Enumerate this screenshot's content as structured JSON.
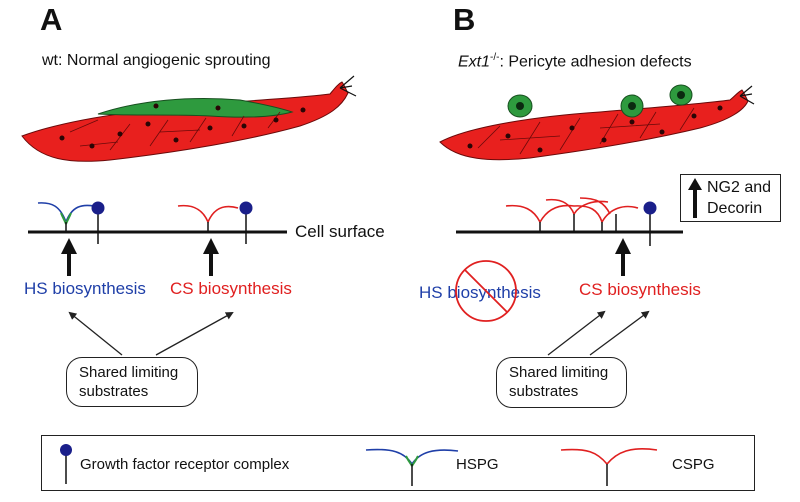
{
  "panel_a": {
    "letter": "A",
    "subtitle": "wt: Normal angiogenic sprouting",
    "hs_label": "HS biosynthesis",
    "cs_label": "CS biosynthesis",
    "substrate_line1": "Shared limiting",
    "substrate_line2": "substrates",
    "surface_label": "Cell surface"
  },
  "panel_b": {
    "letter": "B",
    "subtitle_gene": "Ext1",
    "subtitle_sup": "-/-",
    "subtitle_rest": ": Pericyte adhesion defects",
    "hs_label": "HS biosynthesis",
    "cs_label": "CS biosynthesis",
    "substrate_line1": "Shared limiting",
    "substrate_line2": "substrates",
    "upreg_line1": "NG2 and",
    "upreg_line2": "Decorin"
  },
  "legend": {
    "receptor": "Growth factor receptor complex",
    "hspg": "HSPG",
    "cspg": "CSPG"
  },
  "colors": {
    "vessel": "#e8201e",
    "pericyte": "#2e9a3e",
    "hs_blue": "#1f3fa8",
    "cs_red": "#e02020",
    "receptor": "#1a1f8a"
  }
}
